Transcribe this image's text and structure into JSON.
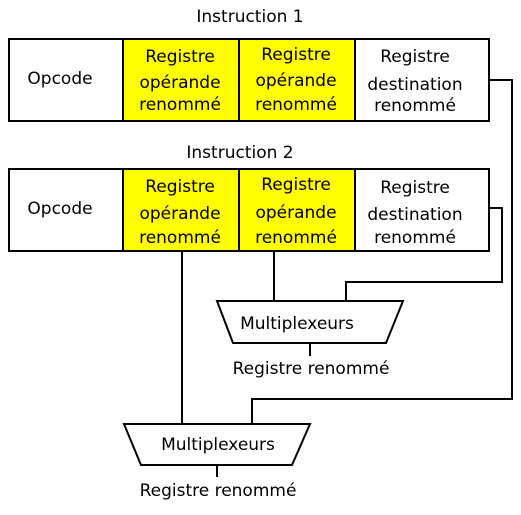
{
  "instruction1": {
    "title": "Instruction 1",
    "opcode": "Opcode",
    "operand1": [
      "Registre",
      "opérande",
      "renommé"
    ],
    "operand2": [
      "Registre",
      "opérande",
      "renommé"
    ],
    "destination": [
      "Registre",
      "destination",
      "renommé"
    ]
  },
  "instruction2": {
    "title": "Instruction 2",
    "opcode": "Opcode",
    "operand1": [
      "Registre",
      "opérande",
      "renommé"
    ],
    "operand2": [
      "Registre",
      "opérande",
      "renommé"
    ],
    "destination": [
      "Registre",
      "destination",
      "renommé"
    ]
  },
  "mux1": {
    "label": "Multiplexeurs",
    "output": "Registre renommé"
  },
  "mux2": {
    "label": "Multiplexeurs",
    "output": "Registre renommé"
  },
  "colors": {
    "operand_fill": "#ffff00",
    "stroke": "#000000",
    "background": "#ffffff"
  }
}
